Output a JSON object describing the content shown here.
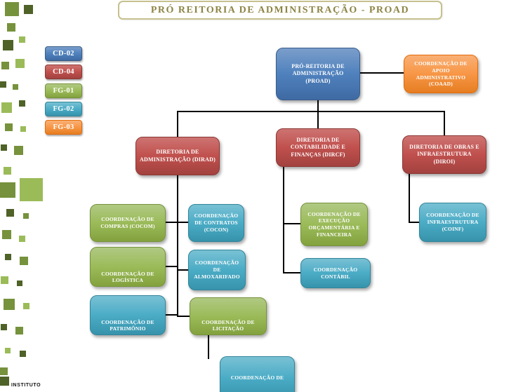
{
  "title": "PRÓ REITORIA DE ADMINISTRAÇÃO - PROAD",
  "footer": {
    "institute": "INSTITUTO"
  },
  "colors": {
    "cd02_blue": "#4F81BD",
    "cd04_red": "#C0504D",
    "fg01_green": "#9BBB59",
    "fg02_teal": "#4BACC6",
    "fg03_orange": "#F79646",
    "connector": "#000000",
    "title_text": "#8C8444"
  },
  "legend": [
    {
      "label": "CD-02",
      "color": "#4F81BD"
    },
    {
      "label": "CD-04",
      "color": "#C0504D"
    },
    {
      "label": "FG-01",
      "color": "#9BBB59"
    },
    {
      "label": "FG-02",
      "color": "#4BACC6"
    },
    {
      "label": "FG-03",
      "color": "#F79646"
    }
  ],
  "nodes": {
    "proad": {
      "label": "PRÓ-REITORIA DE ADMINISTRAÇÃO (PROAD)",
      "grade": "CD-02"
    },
    "coaad": {
      "label": "COORDENAÇÃO DE APOIO ADMINISTRATIVO (COAAD)",
      "grade": "FG-03"
    },
    "dirad": {
      "label": "DIRETORIA DE ADMINISTRAÇÃO (DIRAD)",
      "grade": "CD-04"
    },
    "dircf": {
      "label": "DIRETORIA DE CONTABILIDADE E FINANÇAS (DIRCF)",
      "grade": "CD-04"
    },
    "diroi": {
      "label": "DIRETORIA DE OBRAS E INFRAESTRUTURA (DIROI)",
      "grade": "CD-04"
    },
    "cocom": {
      "label": "COORDENAÇÃO DE COMPRAS (COCOM)",
      "grade": "FG-01"
    },
    "cocon": {
      "label": "COORDENAÇÃO DE CONTRATOS (COCON)",
      "grade": "FG-02"
    },
    "colog": {
      "label": "COORDENAÇÃO DE LOGÍSTICA",
      "grade": "FG-01"
    },
    "coalm": {
      "label": "COORDENAÇÃO DE ALMOXARIFADO",
      "grade": "FG-02"
    },
    "copat": {
      "label": "COORDENAÇÃO DE PATRIMÔNIO",
      "grade": "FG-02"
    },
    "colic": {
      "label": "COORDENAÇÃO DE LICITAÇÃO",
      "grade": "FG-01"
    },
    "cobottom": {
      "label": "COORDENAÇÃO DE",
      "grade": "FG-02"
    },
    "coexec": {
      "label": "COORDENAÇÃO DE EXECUÇÃO ORÇAMENTÁRIA E FINANCEIRA",
      "grade": "FG-01"
    },
    "cocont": {
      "label": "COORDENAÇÃO CONTÁBIL",
      "grade": "FG-02"
    },
    "coinf": {
      "label": "COORDENAÇÃO DE INFRAESTRUTURA (COINF)",
      "grade": "FG-02"
    }
  }
}
